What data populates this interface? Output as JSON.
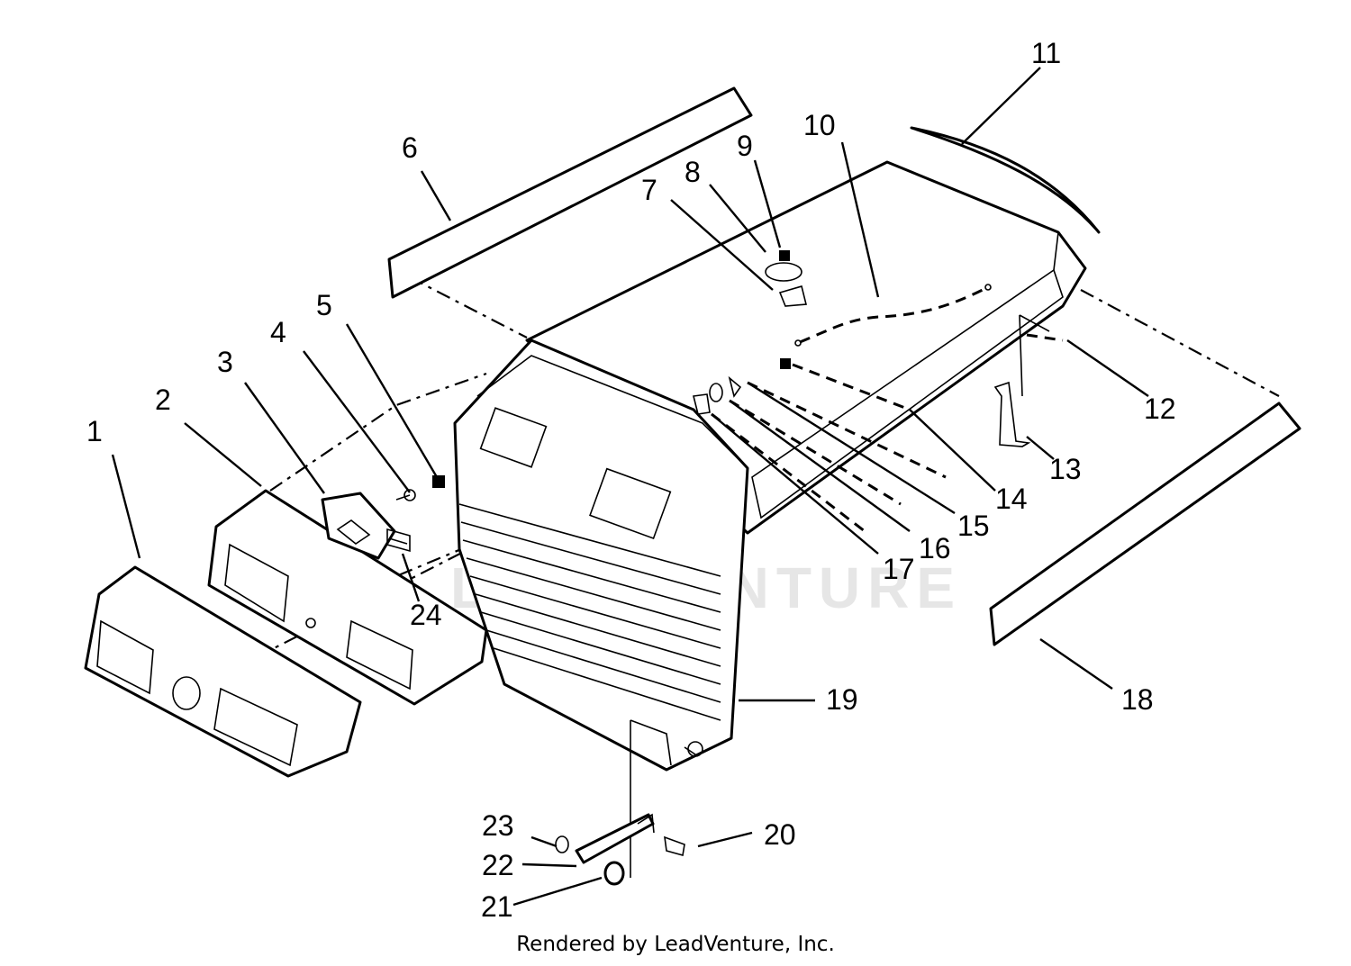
{
  "callouts": [
    "1",
    "2",
    "3",
    "4",
    "5",
    "6",
    "7",
    "8",
    "9",
    "10",
    "11",
    "12",
    "13",
    "14",
    "15",
    "16",
    "17",
    "18",
    "19",
    "20",
    "21",
    "22",
    "23",
    "24"
  ],
  "watermark": "LEADVENTURE",
  "footer": "Rendered by LeadVenture, Inc."
}
